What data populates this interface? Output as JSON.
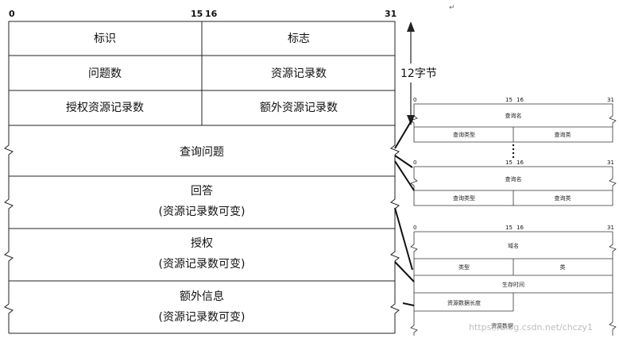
{
  "main": {
    "bits": {
      "b0": "0",
      "b15": "15",
      "b16": "16",
      "b31": "31"
    },
    "row1": {
      "left": "标识",
      "right": "标志"
    },
    "row2": {
      "left": "问题数",
      "right": "资源记录数"
    },
    "row3": {
      "left": "授权资源记录数",
      "right": "额外资源记录数"
    },
    "question": "查询问题",
    "answer": {
      "title": "回答",
      "note": "(资源记录数可变)"
    },
    "authority": {
      "title": "授权",
      "note": "(资源记录数可变)"
    },
    "additional": {
      "title": "额外信息",
      "note": "(资源记录数可变)"
    }
  },
  "header_size": "12字节",
  "query_box": {
    "bits": {
      "b0": "0",
      "b15": "15",
      "b16": "16",
      "b31": "31"
    },
    "name": "查询名",
    "type": "查询类型",
    "class": "查询类"
  },
  "rr_box": {
    "bits": {
      "b0": "0",
      "b15": "15",
      "b16": "16",
      "b31": "31"
    },
    "domain": "域名",
    "type": "类型",
    "class": "类",
    "ttl": "生存时间",
    "rdlength": "资源数据长度",
    "rdata": "资源数据"
  },
  "watermark": "https://blog.csdn.net/chczy1"
}
